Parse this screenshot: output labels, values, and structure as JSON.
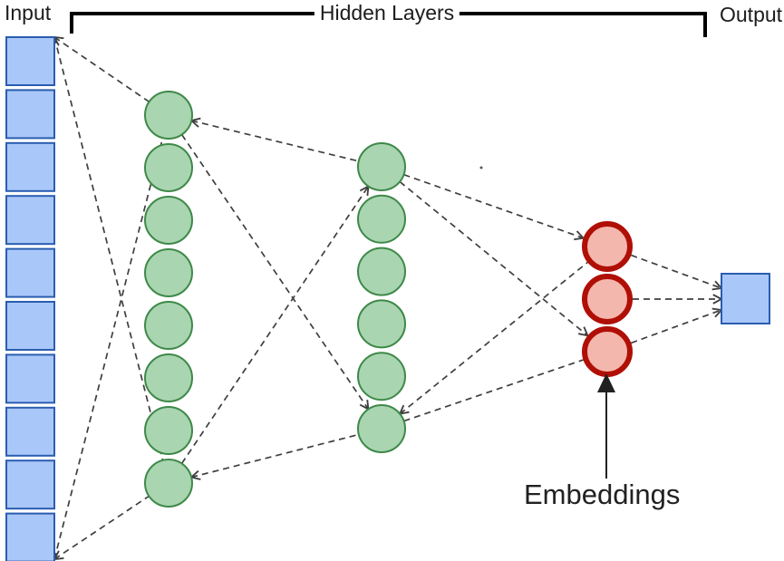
{
  "diagram": {
    "type": "neural-network-autoencoder",
    "labels": {
      "input": "Input",
      "hidden_layers": "Hidden Layers",
      "output": "Output",
      "embeddings": "Embeddings"
    },
    "layers": [
      {
        "id": "input",
        "shape": "square",
        "count": 10,
        "fill": "#A9C7F8",
        "border": "#2A5DB0"
      },
      {
        "id": "hidden-1",
        "shape": "circle",
        "count": 8,
        "fill": "#A9D5B1",
        "border": "#3E8948"
      },
      {
        "id": "hidden-2",
        "shape": "circle",
        "count": 6,
        "fill": "#A9D5B1",
        "border": "#3E8948"
      },
      {
        "id": "embeddings",
        "shape": "circle",
        "count": 3,
        "fill": "#F4B7AE",
        "border": "#B00F06"
      },
      {
        "id": "output",
        "shape": "square",
        "count": 1,
        "fill": "#A9C7F8",
        "border": "#2A5DB0"
      }
    ],
    "styles": {
      "connector_color": "#3F3F3F",
      "bracket_color": "#000000",
      "pointer_arrow_color": "#212121",
      "text_color": "#1C1C1C",
      "background": "#FFFFFF"
    }
  }
}
